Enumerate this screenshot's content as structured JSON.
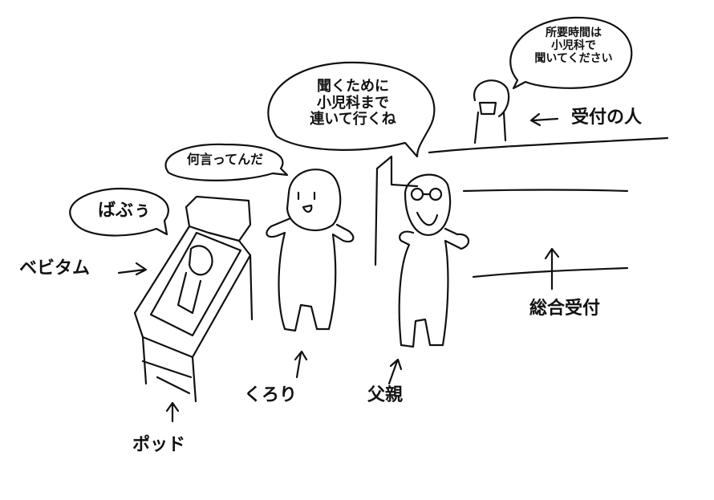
{
  "bubbles": {
    "reception_person": [
      "所要時間は",
      "小児科で",
      "聞いてください"
    ],
    "kurori": [
      "聞くために",
      "小児科まで",
      "連いて行くね"
    ],
    "mother_thought": "何言ってんだ",
    "baby": "ばぶぅ"
  },
  "labels": {
    "reception_person": "受付の人",
    "babytum": "ベビタム",
    "general_reception": "総合受付",
    "kurori": "くろり",
    "father": "父親",
    "pod": "ポッド"
  },
  "colors": {
    "ink": "#111111",
    "background": "#ffffff"
  }
}
